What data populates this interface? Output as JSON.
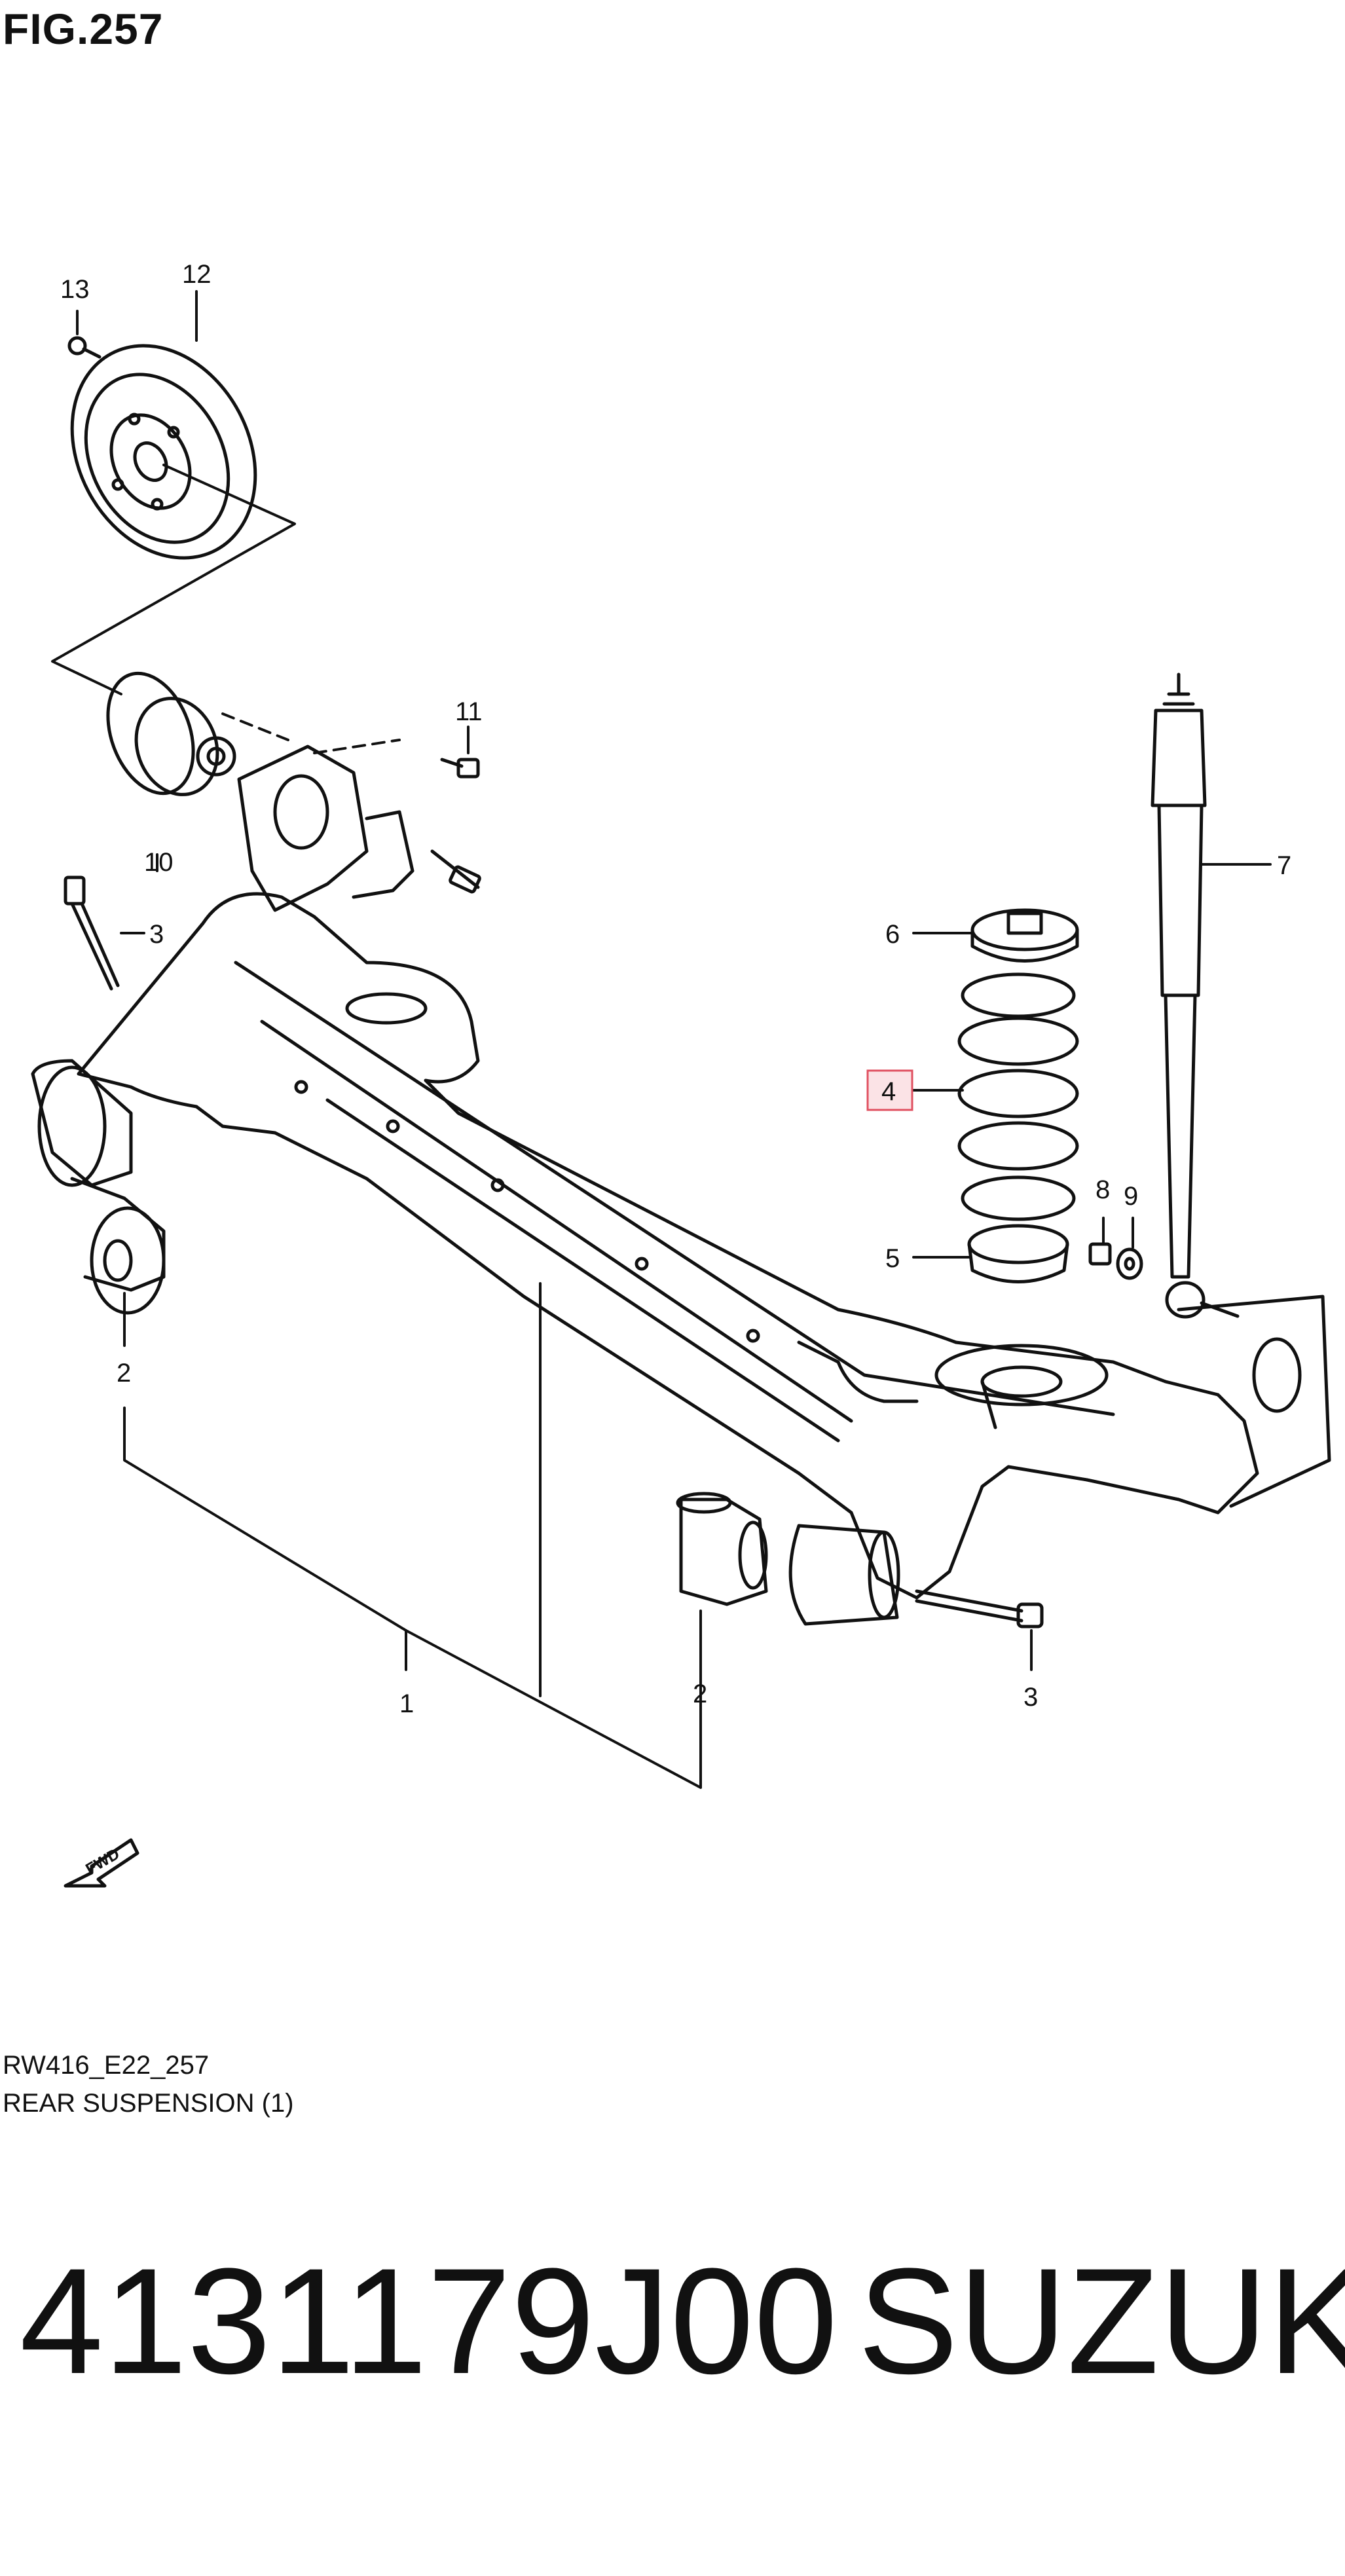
{
  "figure": {
    "title": "FIG.257",
    "ref_code": "RW416_E22_257",
    "subtitle": "REAR SUSPENSION (1)"
  },
  "callouts": [
    "1",
    "2",
    "2",
    "3",
    "3",
    "4",
    "5",
    "6",
    "7",
    "8",
    "9",
    "10",
    "11",
    "12",
    "13"
  ],
  "fwd_label": "FWD",
  "highlight_color": "#e05060",
  "footer": {
    "part_number": "4131179J00",
    "brand": "SUZUKI"
  }
}
